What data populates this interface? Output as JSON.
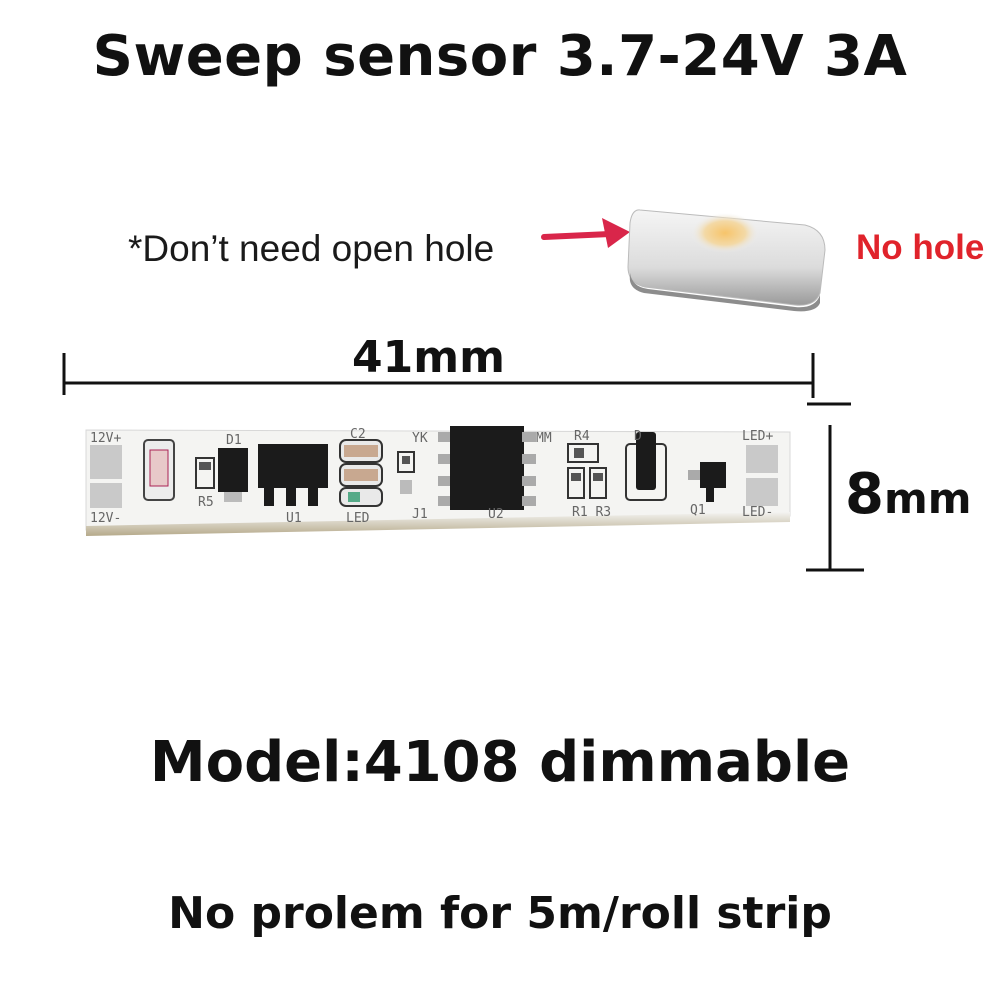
{
  "title": "Sweep sensor 3.7-24V 3A",
  "note": "*Don’t need open hole",
  "no_hole": "No hole",
  "dimensions": {
    "length_label": "41mm",
    "height_number": "8",
    "height_unit": "mm"
  },
  "pcb_labels": {
    "vin_plus": "12V+",
    "vin_minus": "12V-",
    "d1": "D1",
    "r5": "R5",
    "u1": "U1",
    "c2": "C2",
    "led": "LED",
    "yk": "YK",
    "j1": "J1",
    "u2": "U2",
    "mm": "MM",
    "r4": "R4",
    "d": "D",
    "r1r3": "R1 R3",
    "q1": "Q1",
    "led_plus": "LED+",
    "led_minus": "LED-"
  },
  "model": "Model:4108 dimmable",
  "footer": "No prolem for 5m/roll strip",
  "colors": {
    "arrow": "#d9264a",
    "no_hole": "#e0232b",
    "pcb": "#f4f4f2",
    "chip": "#1b1b1b",
    "pad": "#c9c9c9"
  }
}
